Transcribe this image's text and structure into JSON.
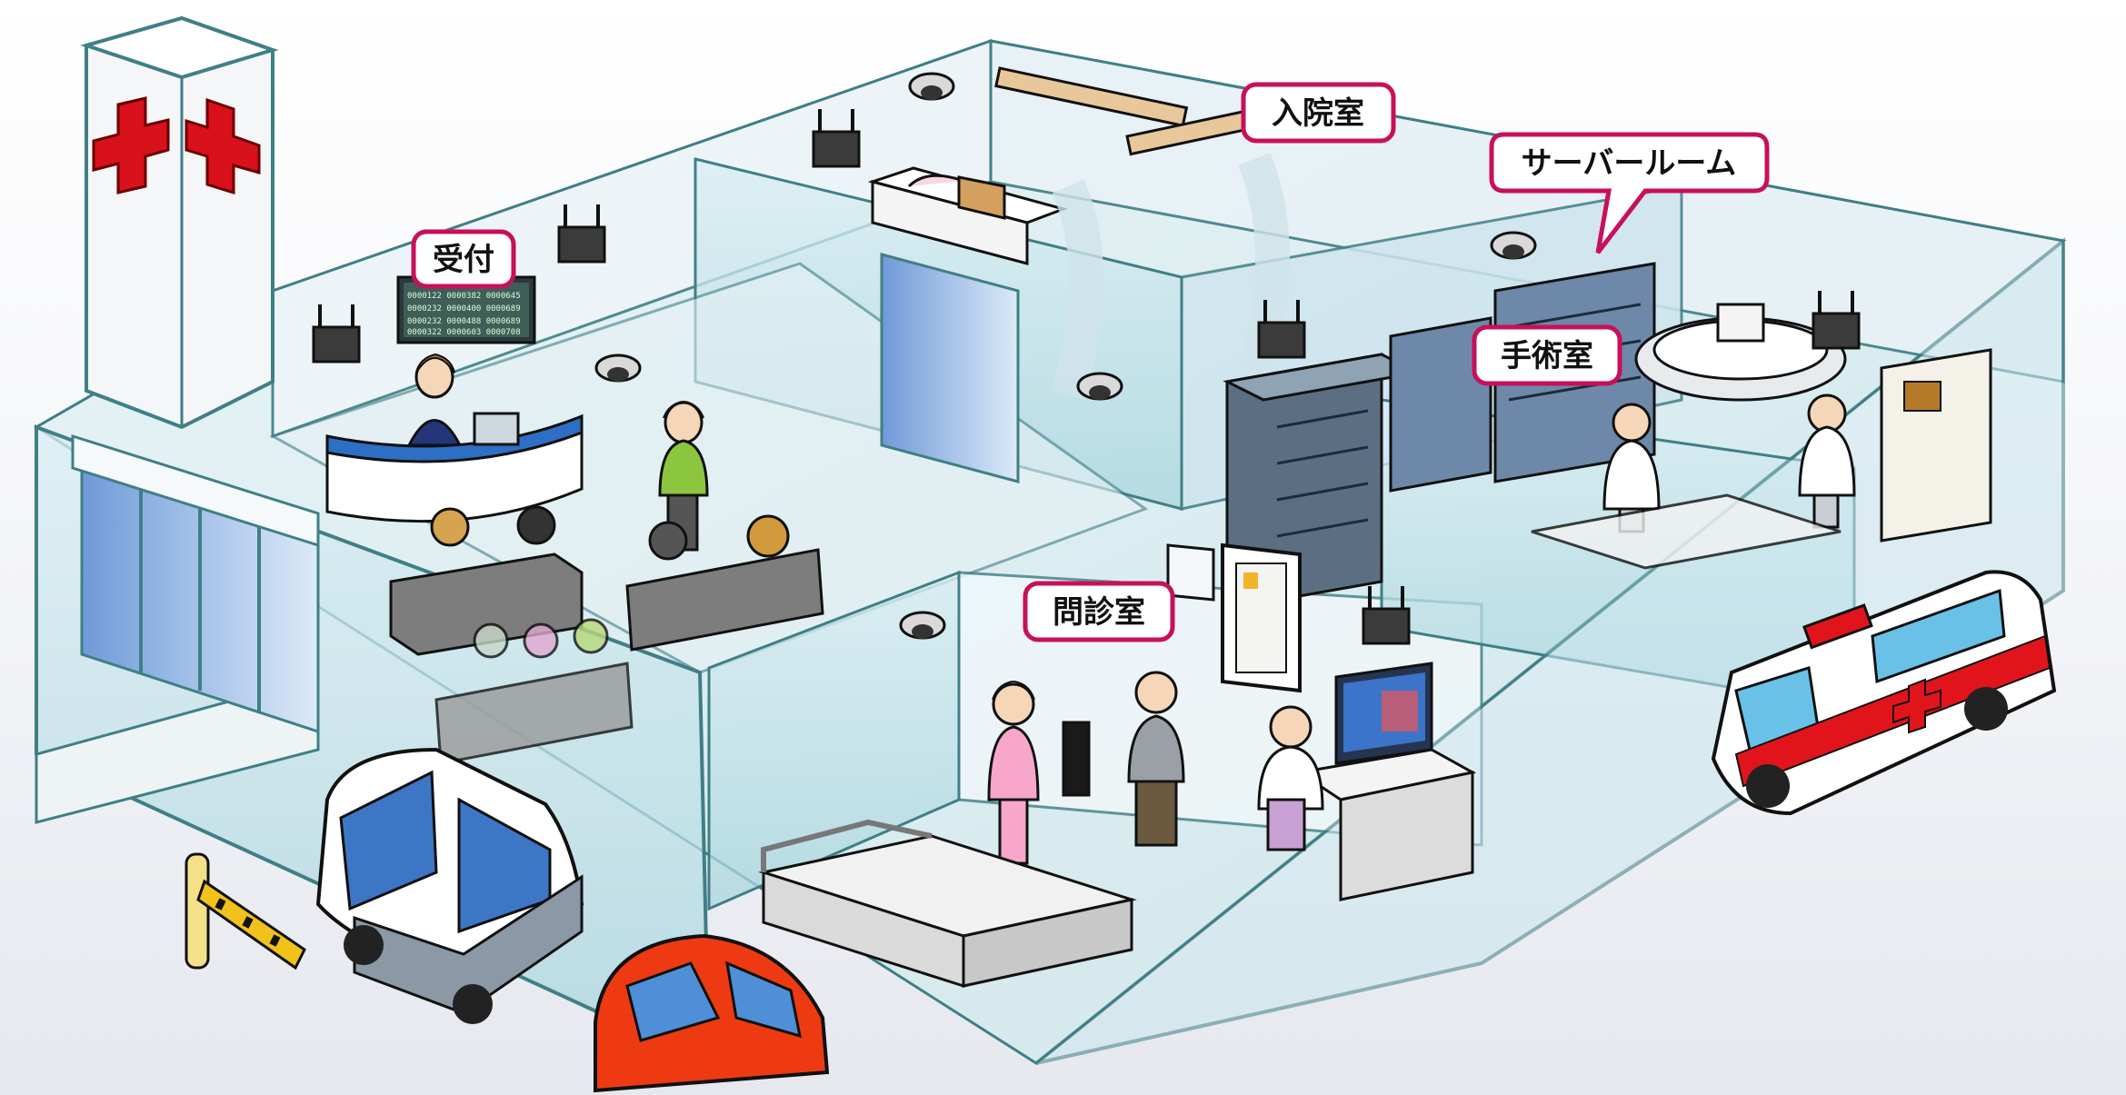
{
  "labels": {
    "reception": "受付",
    "ward": "入院室",
    "server_room": "サーバールーム",
    "operating_room": "手術室",
    "consultation_room": "問診室"
  },
  "reception_board": {
    "rows": [
      [
        "0000122",
        "0000382",
        "0000645"
      ],
      [
        "0000232",
        "0000400",
        "0000689"
      ],
      [
        "0000232",
        "0000488",
        "0000689"
      ],
      [
        "0000322",
        "0000603",
        "0000708"
      ]
    ]
  },
  "colors": {
    "label_border": "#c8105a",
    "glass": "#bfe3ea",
    "wall_edge": "#3f7f86",
    "red_cross": "#d8111b",
    "car": "#ee3a12",
    "ambulance_stripe": "#e2141b"
  },
  "icons": [
    "red-cross-icon",
    "wifi-router-icon",
    "security-camera-icon",
    "monitor-icon",
    "barrier-gate-icon"
  ]
}
